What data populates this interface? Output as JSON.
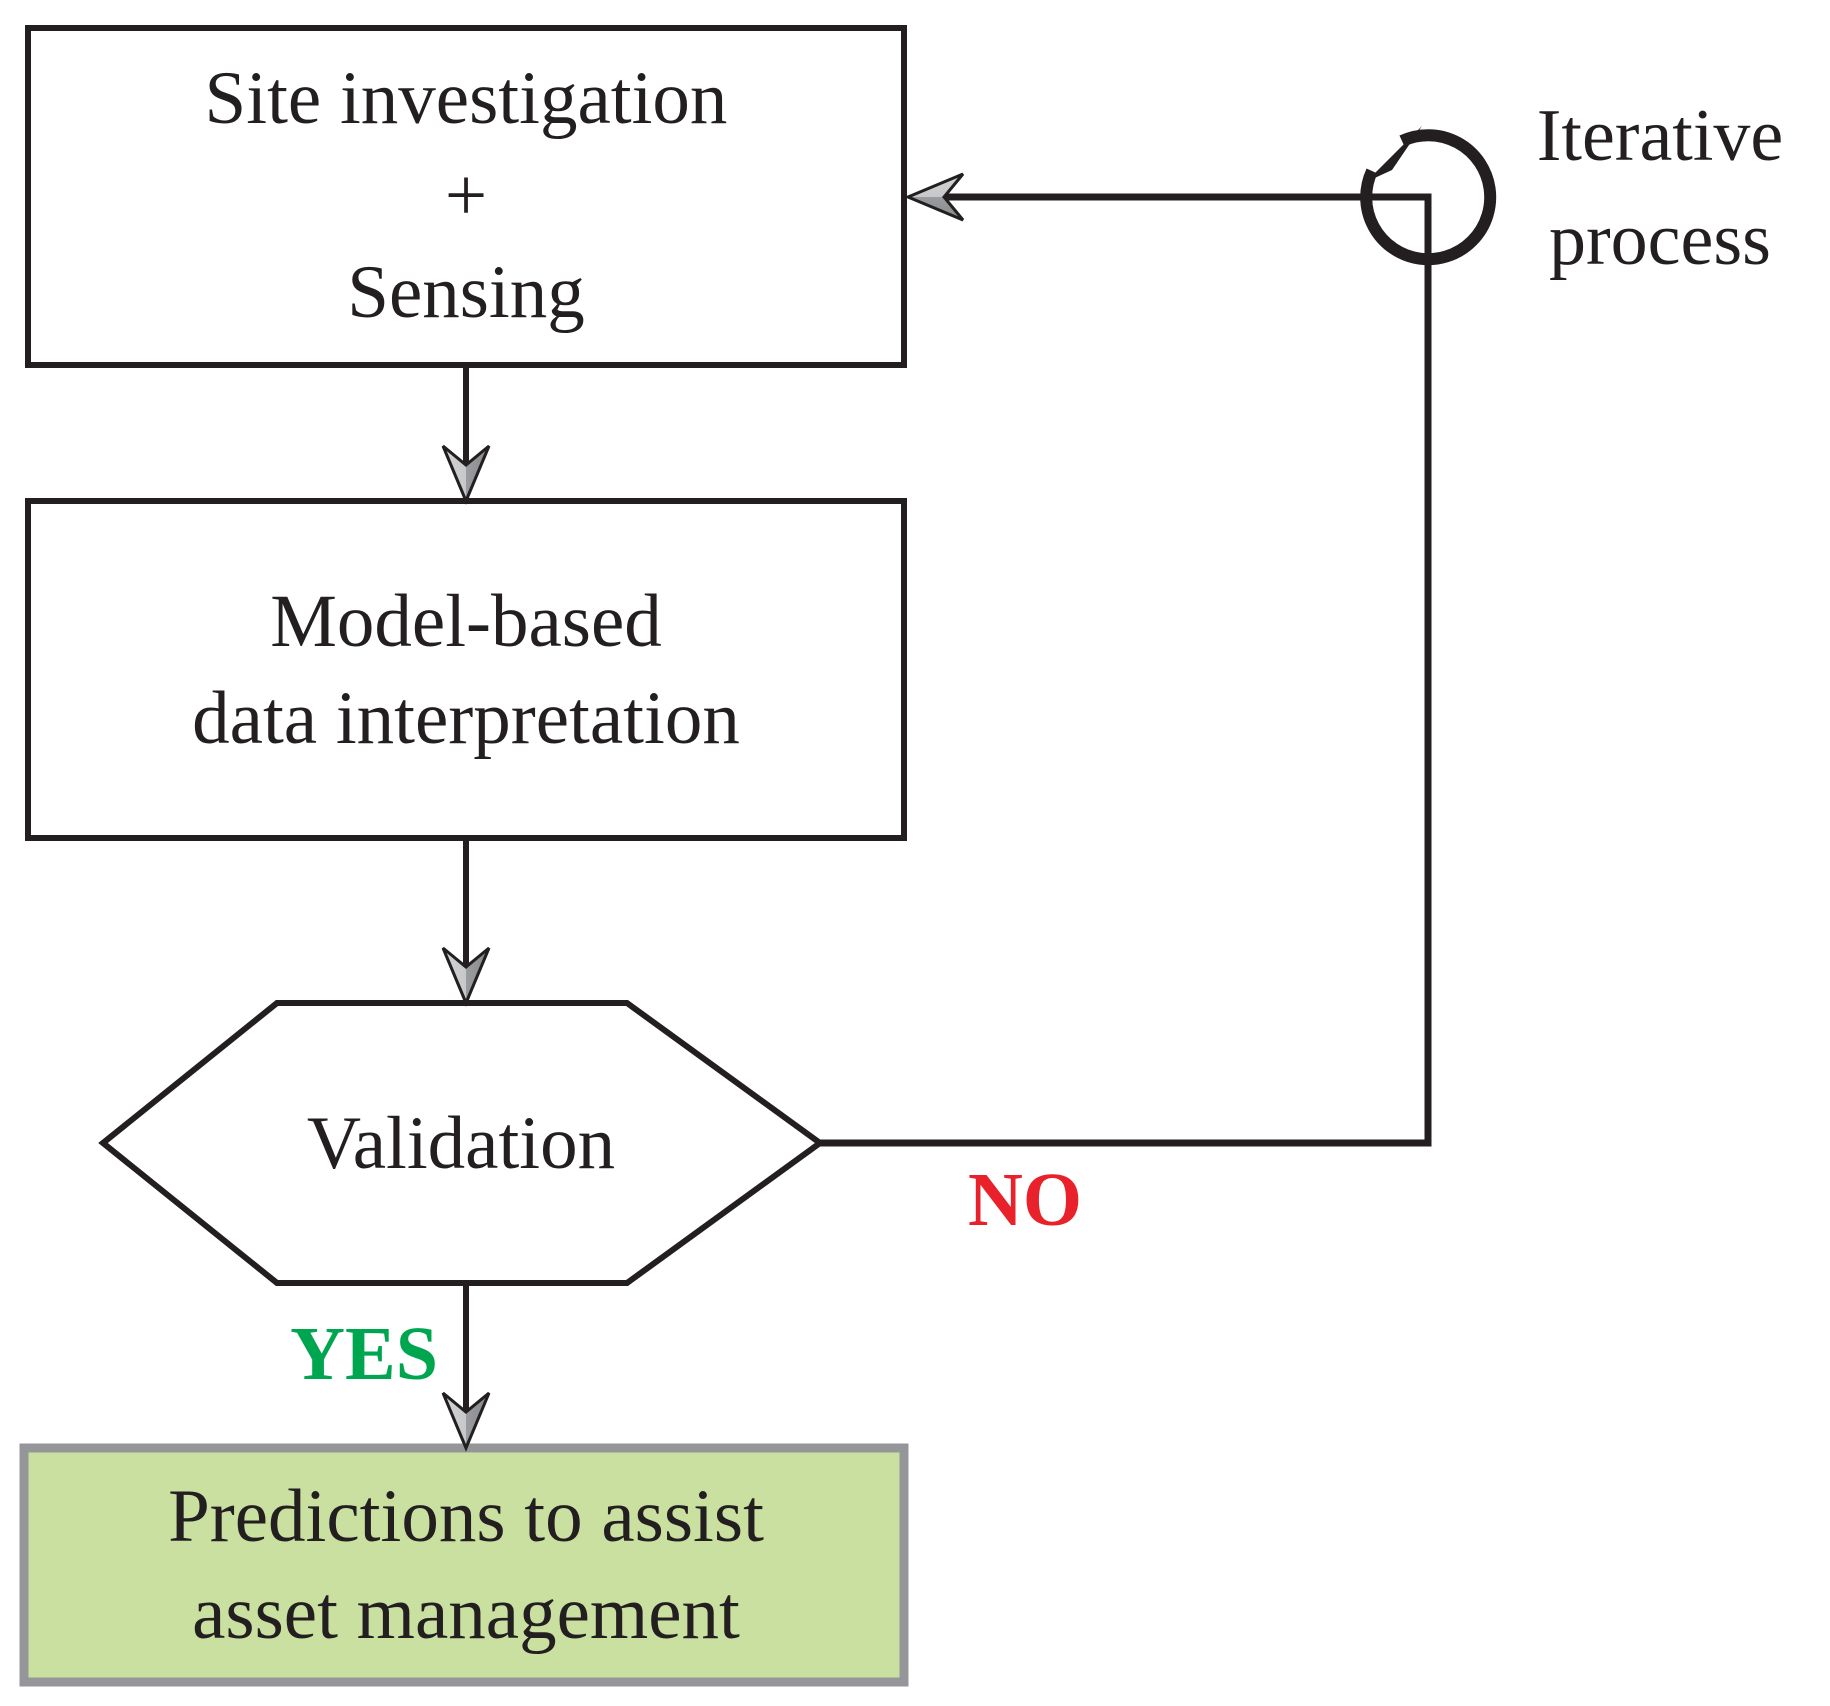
{
  "flowchart": {
    "nodes": {
      "site": {
        "lines": [
          "Site investigation",
          "+",
          "Sensing"
        ]
      },
      "model": {
        "lines": [
          "Model-based",
          "data interpretation"
        ]
      },
      "validation": {
        "label": "Validation"
      },
      "predictions": {
        "lines": [
          "Predictions to assist",
          "asset management"
        ]
      }
    },
    "labels": {
      "yes": "YES",
      "no": "NO",
      "iterative": {
        "lines": [
          "Iterative",
          "process"
        ]
      }
    },
    "colors": {
      "line": "#231f20",
      "yes_green": "#00a550",
      "no_red": "#e9212a",
      "predictions_fill": "#c9e0a0",
      "predictions_border": "#949699",
      "arrowhead_light": "#d1d3d4",
      "arrowhead_dark": "#87898c"
    }
  }
}
